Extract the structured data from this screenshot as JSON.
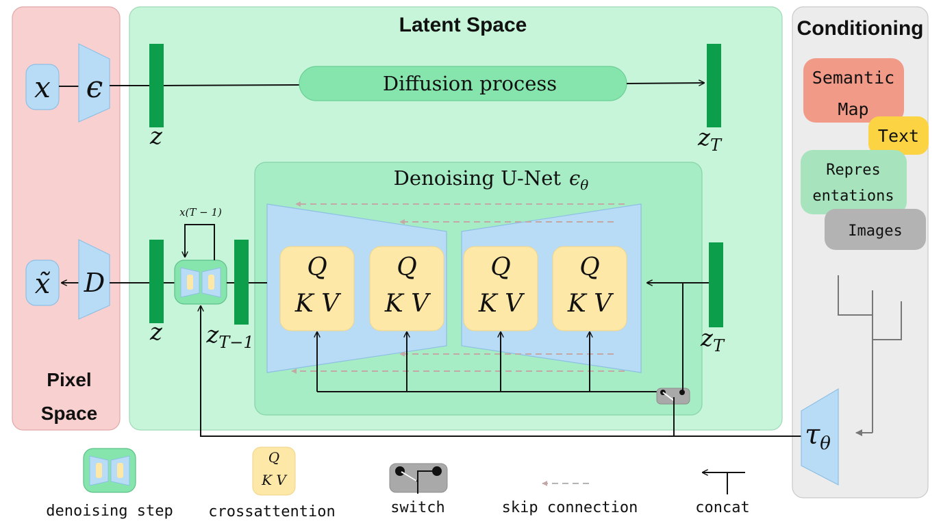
{
  "regions": {
    "pixel_space": {
      "line1": "Pixel",
      "line2": "Space"
    },
    "latent_space": "Latent Space",
    "conditioning": "Conditioning"
  },
  "top_row": {
    "x": "𝑥",
    "encoder": "ϵ",
    "z_label": "z",
    "diffusion": "Diffusion process",
    "zT_label": "z",
    "zT_sub": "T"
  },
  "bottom_row": {
    "x_tilde": "x̃",
    "decoder": "D",
    "z_label": "z",
    "loop_label": "x(T − 1)",
    "zT1_label": "z",
    "zT1_sub": "T−1",
    "zT_label": "z",
    "zT_sub": "T"
  },
  "unet": {
    "title": "Denoising U-Net",
    "eps": "ϵ",
    "eps_sub": "θ",
    "blocks": [
      {
        "q": "Q",
        "kv": "K V"
      },
      {
        "q": "Q",
        "kv": "K V"
      },
      {
        "q": "Q",
        "kv": "K V"
      },
      {
        "q": "Q",
        "kv": "K V"
      }
    ]
  },
  "conditioning_items": {
    "semantic_line1": "Semantic",
    "semantic_line2": "Map",
    "text": "Text",
    "repr_line1": "Repres",
    "repr_line2": "entations",
    "images": "Images"
  },
  "tau": {
    "symbol": "τ",
    "sub": "θ"
  },
  "legend": {
    "denoising_step": "denoising step",
    "crossattention": "crossattention",
    "legend_q": "Q",
    "legend_kv": "K V",
    "switch": "switch",
    "skip_connection": "skip connection",
    "concat": "concat"
  },
  "colors": {
    "pixel_bg": "#f9d0d0",
    "latent_bg": "#c6f5d9",
    "conditioning_bg": "#ececec",
    "unet_bg": "#a6ecc4",
    "diffusion_bar": "#86e4ad",
    "z_bar": "#0d9e4c",
    "blue_trapezoid": "#b9dcf6",
    "qkv_block": "#fde8a8",
    "semantic_map": "#f29a88",
    "text": "#fcd343",
    "representations": "#a7e4bd",
    "images": "#b3b3b3",
    "switch": "#a9a9a9"
  }
}
